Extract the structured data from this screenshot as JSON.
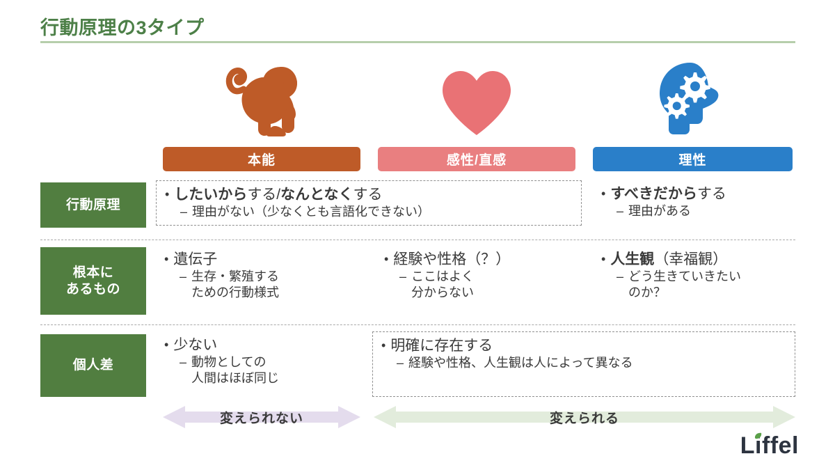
{
  "slide": {
    "title": "行動原理の3タイプ",
    "logo": "Liffel",
    "accent_green": "#4d8048",
    "rule_color": "#b6ceab"
  },
  "columns": [
    {
      "key": "instinct",
      "label": "本能",
      "color": "#be5b28",
      "icon": "monkey-icon"
    },
    {
      "key": "emotion",
      "label": "感性/直感",
      "color": "#e97f80",
      "icon": "heart-icon"
    },
    {
      "key": "reason",
      "label": "理性",
      "color": "#2a7fc9",
      "icon": "head-gears-icon"
    }
  ],
  "rows": [
    {
      "key": "principle",
      "label": "行動原理",
      "cells": {
        "instinct": {
          "bullet_bold_1": "したいから",
          "bullet_plain_1": "する/",
          "bullet_bold_2": "なんとなく",
          "bullet_plain_2": "する",
          "sub": "理由がない（少なくとも言語化できない）"
        },
        "reason": {
          "bullet_bold_1": "すべきだから",
          "bullet_plain_1": "する",
          "sub": "理由がある"
        }
      }
    },
    {
      "key": "root",
      "label_line1": "根本に",
      "label_line2": "あるもの",
      "cells": {
        "instinct": {
          "bullet": "遺伝子",
          "sub_line1": "生存・繁殖する",
          "sub_line2": "ための行動様式"
        },
        "emotion": {
          "bullet": "経験や性格（？）",
          "sub_line1": "ここはよく",
          "sub_line2": "分からない"
        },
        "reason": {
          "bullet_bold": "人生観",
          "bullet_plain": "（幸福観）",
          "sub_line1": "どう生きていきたい",
          "sub_line2": "のか？"
        }
      }
    },
    {
      "key": "variation",
      "label": "個人差",
      "cells": {
        "instinct": {
          "bullet": "少ない",
          "sub_line1": "動物としての",
          "sub_line2": "人間はほぼ同じ"
        },
        "emotion_reason": {
          "bullet": "明確に存在する",
          "sub": "経験や性格、人生観は人によって異なる"
        }
      }
    }
  ],
  "arrows": [
    {
      "key": "unchangeable",
      "label": "変えられない",
      "color": "#e4dced"
    },
    {
      "key": "changeable",
      "label": "変えられる",
      "color": "#e2ecdc"
    }
  ]
}
